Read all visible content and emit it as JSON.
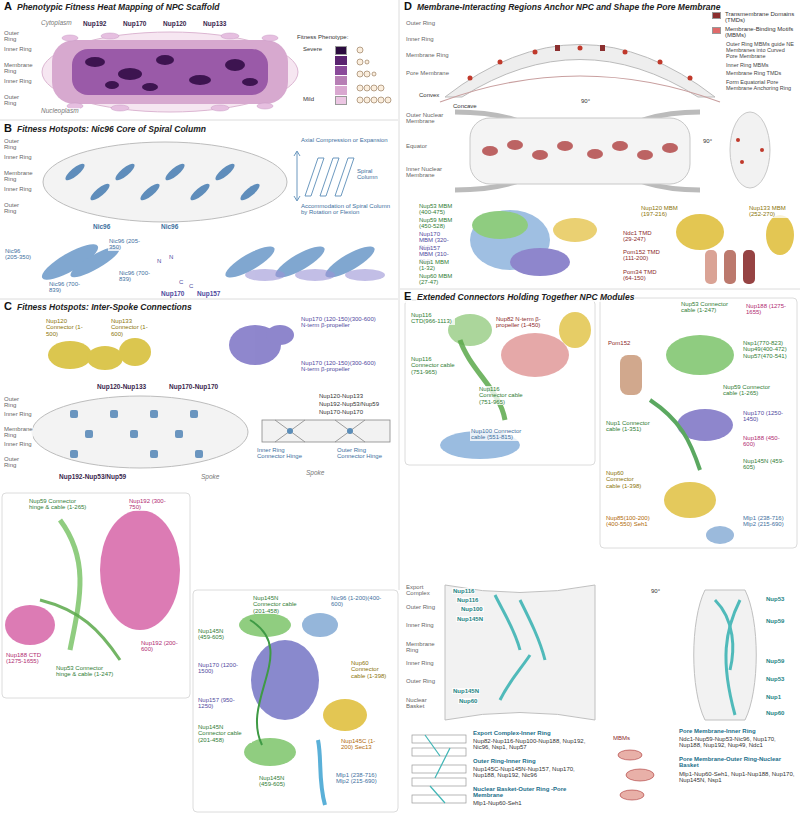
{
  "diagram": {
    "labels": [
      "A",
      "Phenotypic Fitness Heat Mapping of NPC Scaffold",
      "Cytoplasm",
      "Nup192",
      "Nup170",
      "Nup120",
      "Nup133",
      "Outer Ring",
      "Inner Ring",
      "Membrane Ring",
      "Inner Ring",
      "Outer Ring",
      "Nucleoplasm",
      "Fitness Phenotype:",
      "B",
      "Fitness Hotspots: Nic96 Core of Spiral Column",
      "Outer Ring",
      "Inner Ring",
      "Membrane Ring",
      "Inner Ring",
      "Outer Ring",
      "Nic96",
      "Nic96",
      "Axial Compression or Expansion",
      "Spiral Column",
      "Accommodation of Spiral Column by Rotation or Flexion",
      "Nic96 (205-350)",
      "Nic96 (700-839)",
      "Nic96 (205-350)",
      "Nic96 (700-839)",
      "N",
      "N",
      "C",
      "C",
      "Nup170",
      "Nup157",
      "C",
      "Fitness Hotspots: Inter-Spoke Connections",
      "Nup120 Connector (1-500)",
      "Nup133 Connector (1-600)",
      "Nup170 (120-150)(300-600) N-term β-propeller",
      "Nup170 (120-150)(300-600) N-term β-propeller",
      "Nup120-Nup133",
      "Nup170-Nup170",
      "Outer Ring",
      "Inner Ring",
      "Membrane Ring",
      "Inner Ring",
      "Outer Ring",
      "Nup192-Nup53/Nup59",
      "Spoke",
      "Nup120-Nup133",
      "Nup192-Nup53/Nup59",
      "Nup170-Nup170",
      "Inner Ring Connector Hinge",
      "Outer Ring Connector Hinge",
      "Spoke",
      "Nup59 Connector hinge & cable (1-265)",
      "Nup192 (300-750)",
      "Nup192 (200-600)",
      "Nup188 CTD (1275-1655)",
      "Nup53 Connector hinge & cable (1-247)",
      "Nup145N Connector cable (201-458)",
      "Nic96 (1-200)(400-600)",
      "Nup145N (459-605)",
      "Nup170 (1200-1500)",
      "Nup157 (950-1250)",
      "Nup145N Connector cable (201-458)",
      "Nup60 Connector cable (1-398)",
      "Nup145N (459-605)",
      "Nup145C (1-200) Sec13",
      "Mlp1 (238-716) Mlp2 (215-690)",
      "D",
      "Membrane-Interacting Regions Anchor NPC and Shape the Pore Membrane",
      "Outer Ring",
      "Inner Ring",
      "Membrane Ring",
      "Pore Membrane",
      "Outer Ring MBMs guide NE Membranes into Curved Pore Membrane",
      "Inner Ring MBMs",
      "Membrane Ring TMDs",
      "Form Equatorial Pore Membrane Anchoring Ring",
      "90°",
      "Convex",
      "Concave",
      "Outer Nuclear Membrane",
      "Equator",
      "Inner Nuclear Membrane",
      "90°",
      "Nup53 MBM (400-475)",
      "Nup59 MBM (450-528)",
      "Nup170 MBM (320-344)",
      "Nup157 MBM (310-334)",
      "Nup1 MBM (1-32)",
      "Nup60 MBM (27-47)",
      "Nup120 MBM (197-216)",
      "Nup133 MBM (252-270)",
      "Ndc1 TMD (29-247)",
      "Pom152 TMD (111-200)",
      "Pom34 TMD (64-150)",
      "E",
      "Extended Connectors Holding Together NPC Modules",
      "Nup116 CTD(966-1113)",
      "Nup82 N-term β-propeller (1-450)",
      "Nup116 Connector cable (751-965)",
      "Nup116 Connector cable (751-965)",
      "Nup100 Connector cable (551-815)",
      "Nup53 Connector cable (1-247)",
      "Nup188 (1275-1655)",
      "Pom152",
      "Nsp1(770-823) Nup49(400-472) Nup57(470-541)",
      "Nup59 Connector cable (1-265)",
      "Nup1 Connector cable (1-351)",
      "Nup170 (1250-1450)",
      "Nup188 (450-600)",
      "Nup60 Connector cable (1-398)",
      "Nup145N (459-605)",
      "Nup85(100-200)(400-550) Seh1",
      "Mlp1 (238-716) Mlp2 (215-690)",
      "Export Complex",
      "Outer Ring",
      "Inner Ring",
      "Membrane Ring",
      "Inner Ring",
      "Outer Ring",
      "Nuclear Basket",
      "Nup116",
      "Nup116",
      "Nup100",
      "Nup145N",
      "Nup145N",
      "Nup60",
      "Nup53",
      "Nup59",
      "Nup59",
      "Nup53",
      "Nup1",
      "Nup60",
      "90°",
      "Export Complex-Inner Ring",
      "Nup82-Nup116-Nup100-Nup188, Nup192, Nic96, Nsp1, Nup57",
      "Outer Ring-Inner Ring",
      "Nup145C-Nup145N-Nup157, Nup170, Nup188, Nup192, Nic96",
      "Nuclear Basket-Outer Ring -Pore Membrane",
      "Mlp1-Nup60-Seh1",
      "MBMs",
      "Pore Membrane-Inner Ring",
      "Ndc1-Nup59-Nup53-Nic96, Nup170, Nup188, Nup192, Nup49, Ndc1",
      "Pore Membrane-Outer Ring-Nuclear Basket",
      "Mlp1-Nup60-Seh1, Nup1-Nup188, Nup170, Nup145N, Nsp1"
    ],
    "legend": [
      {
        "text": "Severe",
        "color": "#2b0b3f"
      },
      {
        "text": "Mild",
        "color": "#ecc6e3"
      },
      {
        "text": "Transmembrane Domains (TMDs)",
        "color": "#8b2f2f"
      },
      {
        "text": "Membrane-Binding Motifs (MBMs)",
        "color": "#e06a6a"
      }
    ]
  }
}
